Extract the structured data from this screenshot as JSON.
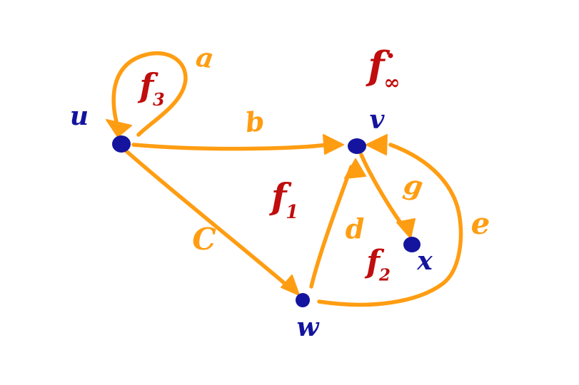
{
  "diagram": {
    "kind": "hand-drawn planar multigraph with labeled faces",
    "colors": {
      "edge_orange": "#FF9D12",
      "node_navy": "#14149E",
      "face_red": "#C00D0D",
      "background": "#FFFFFF"
    },
    "nodes": [
      {
        "id": "u",
        "label": "u"
      },
      {
        "id": "v",
        "label": "v"
      },
      {
        "id": "w",
        "label": "w"
      },
      {
        "id": "x",
        "label": "x"
      }
    ],
    "edges": [
      {
        "id": "a",
        "label": "a",
        "from": "u",
        "to": "u",
        "note": "self-loop at u"
      },
      {
        "id": "b",
        "label": "b",
        "from": "u",
        "to": "v"
      },
      {
        "id": "c",
        "label": "C",
        "from": "u",
        "to": "w"
      },
      {
        "id": "d",
        "label": "d",
        "from": "w",
        "to": "v"
      },
      {
        "id": "e",
        "label": "e",
        "from": "w",
        "to": "v",
        "note": "curves right past x"
      },
      {
        "id": "g",
        "label": "g",
        "from": "v",
        "to": "x"
      }
    ],
    "faces": [
      {
        "id": "f1",
        "base": "f",
        "sub": "1",
        "note": "region bounded by b, c, d"
      },
      {
        "id": "f2",
        "base": "f",
        "sub": "2",
        "note": "region bounded by d, e, g"
      },
      {
        "id": "f3",
        "base": "f",
        "sub": "3",
        "note": "inside self-loop a"
      },
      {
        "id": "f_infinity",
        "base": "f",
        "sub": "∞",
        "note": "outer face"
      }
    ]
  }
}
